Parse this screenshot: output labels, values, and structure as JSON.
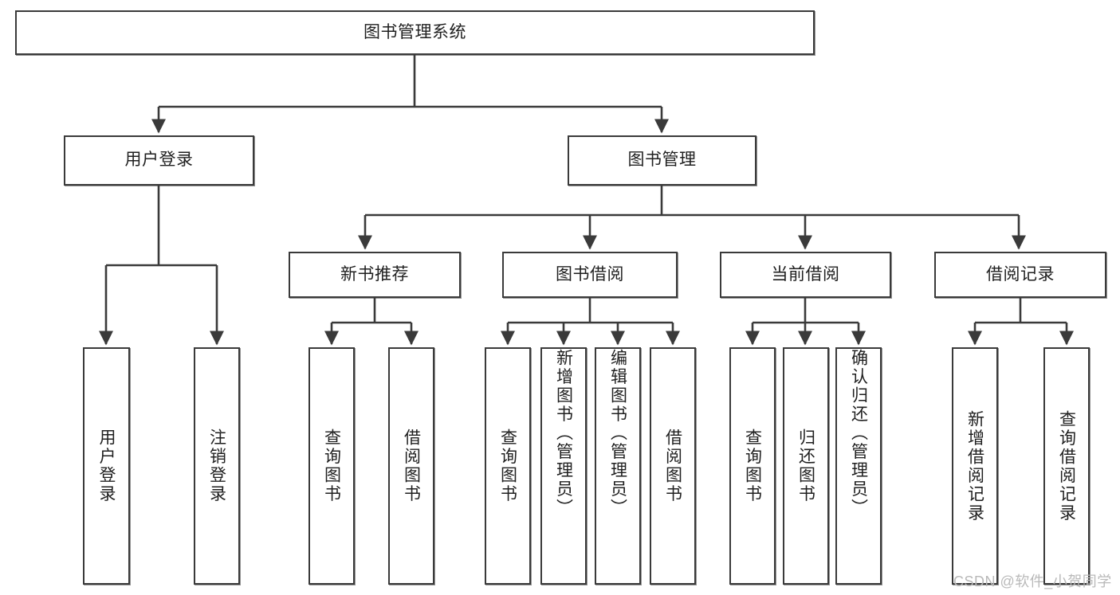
{
  "diagram": {
    "title_node": {
      "label": "图书管理系统"
    },
    "level2": [
      {
        "label": "用户登录"
      },
      {
        "label": "图书管理"
      }
    ],
    "level3": [
      {
        "label": "新书推荐"
      },
      {
        "label": "图书借阅"
      },
      {
        "label": "当前借阅"
      },
      {
        "label": "借阅记录"
      }
    ],
    "leaves": {
      "user_login": [
        {
          "label": "用户登录"
        },
        {
          "label": "注销登录"
        }
      ],
      "new_book_recommend": [
        {
          "label": "查询图书"
        },
        {
          "label": "借阅图书"
        }
      ],
      "book_borrow": [
        {
          "label": "查询图书"
        },
        {
          "label": "新增图书（管理员）"
        },
        {
          "label": "编辑图书（管理员）"
        },
        {
          "label": "借阅图书"
        }
      ],
      "current_borrow": [
        {
          "label": "查询图书"
        },
        {
          "label": "归还图书"
        },
        {
          "label": "确认归还（管理员）"
        }
      ],
      "borrow_record": [
        {
          "label": "新增借阅记录"
        },
        {
          "label": "查询借阅记录"
        }
      ]
    },
    "watermark": {
      "text": "CSDN @软件_小贺同学"
    },
    "colors": {
      "stroke": "#3a3a3a",
      "fill": "#ffffff",
      "text": "#1f1f1f",
      "watermark": "#b9b9b9"
    }
  }
}
